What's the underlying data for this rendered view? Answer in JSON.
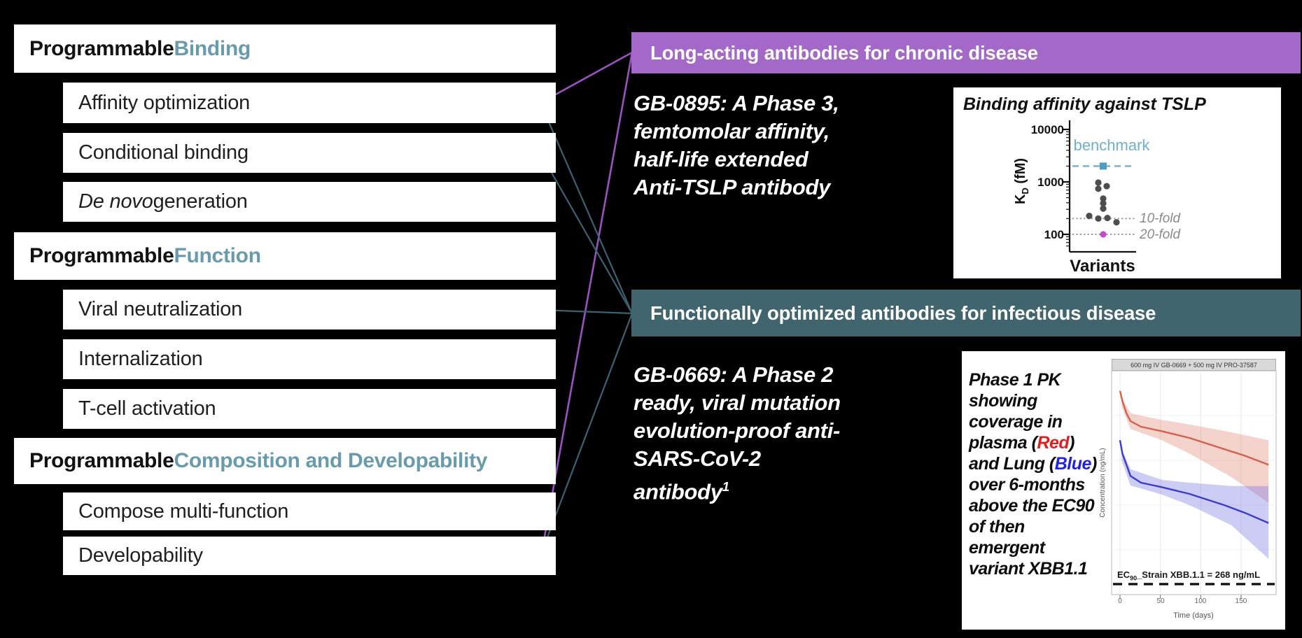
{
  "colors": {
    "background": "#000000",
    "bar_bg": "#ffffff",
    "bar_text": "#1f1f1f",
    "accent_text": "#699bad",
    "purple_banner": "#a468c8",
    "teal_banner": "#40656f",
    "purple_line": "#9a52c0",
    "teal_line": "#3c6272"
  },
  "capabilities": {
    "headers": [
      {
        "prefix": "Programmable ",
        "accent": "Binding"
      },
      {
        "prefix": "Programmable ",
        "accent": "Function"
      },
      {
        "prefix": "Programmable ",
        "accent": "Composition and Developability"
      }
    ],
    "items": [
      {
        "label": "Affinity optimization"
      },
      {
        "label": "Conditional binding"
      },
      {
        "italic": "De novo",
        "label": " generation"
      },
      {
        "label": "Viral neutralization"
      },
      {
        "label": "Internalization"
      },
      {
        "label": "T-cell activation"
      },
      {
        "label": "Compose multi-function"
      },
      {
        "label": "Developability"
      }
    ]
  },
  "programs": [
    {
      "id": "chronic",
      "banner": "Long-acting antibodies for chronic disease",
      "banner_color": "#a468c8",
      "lines": [
        "GB-0895: A Phase 3,",
        "femtomolar affinity,",
        "half-life extended",
        "Anti-TSLP antibody"
      ]
    },
    {
      "id": "infectious",
      "banner": "Functionally optimized antibodies for infectious disease",
      "banner_color": "#40656f",
      "lines": [
        "GB-0669: A Phase 2",
        "ready, viral mutation",
        "evolution-proof anti-",
        "SARS-CoV-2"
      ],
      "last_line": {
        "text": "antibody",
        "sup": "1"
      }
    }
  ],
  "connectors": [
    {
      "from": "affinity-optimization",
      "to": "chronic",
      "color": "purple"
    },
    {
      "from": "developability",
      "to": "chronic",
      "color": "purple"
    },
    {
      "from": "affinity-optimization",
      "to": "infectious",
      "color": "teal"
    },
    {
      "from": "conditional-binding",
      "to": "infectious",
      "color": "teal"
    },
    {
      "from": "viral-neutralization",
      "to": "infectious",
      "color": "teal"
    },
    {
      "from": "developability",
      "to": "infectious",
      "color": "teal"
    }
  ],
  "pk_note": {
    "lines": [
      [
        "Phase 1 PK"
      ],
      [
        "showing"
      ],
      [
        "coverage in"
      ],
      [
        "plasma (",
        {
          "t": "Red",
          "c": "#e21d1d"
        },
        ")"
      ],
      [
        "and Lung (",
        {
          "t": "Blue",
          "c": "#2121e0"
        },
        ")"
      ],
      [
        "over 6-months"
      ],
      [
        "above the EC90"
      ],
      [
        "of then"
      ],
      [
        "emergent"
      ],
      [
        "variant XBB1.1"
      ]
    ]
  },
  "chart_data": [
    {
      "type": "scatter",
      "title": "Binding affinity against TSLP",
      "xlabel": "Variants",
      "ylabel_parts": {
        "main": "K",
        "sub": "D",
        "rest": " (fM)"
      },
      "yscale": "log",
      "ylim": [
        60,
        12000
      ],
      "yticks": [
        100,
        1000,
        10000
      ],
      "benchmark": {
        "label": "benchmark",
        "kd": 2000,
        "color": "#4d9fc2",
        "line_color": "#7db7cf"
      },
      "reference_lines": [
        {
          "label": "10-fold",
          "kd": 200
        },
        {
          "label": "20-fold",
          "kd": 100
        }
      ],
      "point_color": "#4d4d4d",
      "points": [
        {
          "dx": -7,
          "kd": 970
        },
        {
          "dx": 5,
          "kd": 830
        },
        {
          "dx": -7,
          "kd": 740
        },
        {
          "dx": 0,
          "kd": 480
        },
        {
          "dx": 0,
          "kd": 390
        },
        {
          "dx": 0,
          "kd": 310
        },
        {
          "dx": -20,
          "kd": 225
        },
        {
          "dx": -7,
          "kd": 200
        },
        {
          "dx": 6,
          "kd": 205
        },
        {
          "dx": 19,
          "kd": 170
        }
      ],
      "highlight_point": {
        "dx": 0,
        "kd": 100,
        "color": "#c44fc0"
      }
    },
    {
      "type": "line",
      "strip_title": "600 mg IV GB-0669 + 500 mg IV PRO-37587",
      "xlabel": "Time (days)",
      "ylabel": "Concentration (ng/mL)",
      "xticks": [
        0,
        50,
        100,
        150
      ],
      "x_max_days": 193,
      "y_units": "relative concentration (log scale, no y tick labels shown)",
      "threshold": {
        "prefix": "EC",
        "sub": "90",
        "rest": "_Strain XBB.1.1 = 268 ng/mL",
        "f": 0.953
      },
      "series": [
        {
          "name": "plasma (Red)",
          "color": "#d4604d",
          "band_color": "rgba(214,96,74,0.28)",
          "line": [
            [
              0,
              0.09
            ],
            [
              3,
              0.135
            ],
            [
              8,
              0.19
            ],
            [
              13,
              0.225
            ],
            [
              26,
              0.25
            ],
            [
              52,
              0.27
            ],
            [
              86,
              0.3
            ],
            [
              129,
              0.35
            ],
            [
              155,
              0.38
            ],
            [
              184,
              0.42
            ]
          ],
          "upper": [
            [
              2,
              0.12
            ],
            [
              13,
              0.19
            ],
            [
              52,
              0.22
            ],
            [
              86,
              0.24
            ],
            [
              138,
              0.275
            ],
            [
              184,
              0.31
            ]
          ],
          "lower": [
            [
              2,
              0.16
            ],
            [
              13,
              0.26
            ],
            [
              52,
              0.31
            ],
            [
              86,
              0.37
            ],
            [
              138,
              0.475
            ],
            [
              184,
              0.59
            ]
          ]
        },
        {
          "name": "Lung (Blue)",
          "color": "#3b3bd0",
          "band_color": "rgba(108,108,226,0.35)",
          "line": [
            [
              0,
              0.31
            ],
            [
              3,
              0.37
            ],
            [
              8,
              0.42
            ],
            [
              13,
              0.47
            ],
            [
              26,
              0.5
            ],
            [
              52,
              0.52
            ],
            [
              86,
              0.55
            ],
            [
              129,
              0.6
            ],
            [
              155,
              0.635
            ],
            [
              184,
              0.68
            ]
          ],
          "upper": [
            [
              2,
              0.35
            ],
            [
              13,
              0.44
            ],
            [
              52,
              0.4875
            ],
            [
              86,
              0.5
            ],
            [
              138,
              0.515
            ],
            [
              184,
              0.515
            ]
          ],
          "lower": [
            [
              2,
              0.4
            ],
            [
              13,
              0.5125
            ],
            [
              52,
              0.553
            ],
            [
              86,
              0.6
            ],
            [
              138,
              0.69
            ],
            [
              184,
              0.84
            ]
          ]
        }
      ]
    }
  ]
}
